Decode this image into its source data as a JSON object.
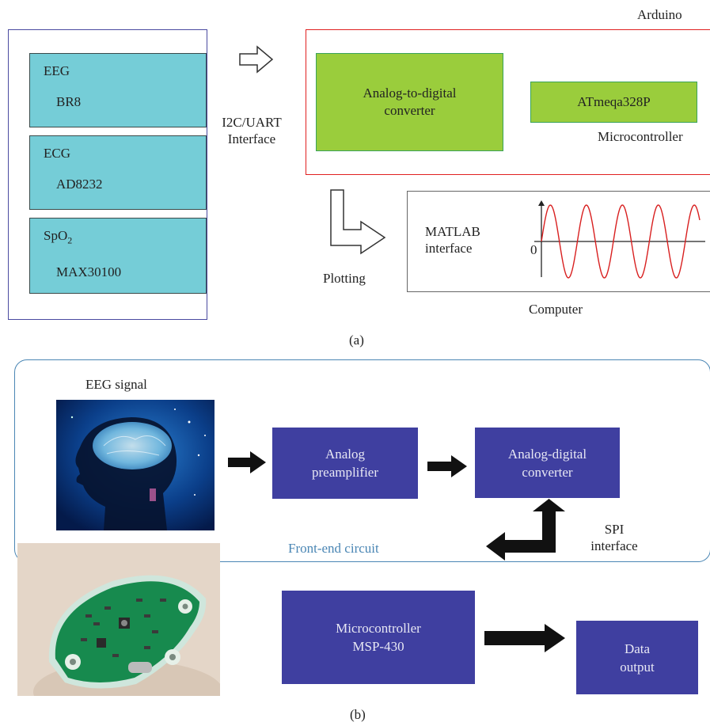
{
  "part_a": {
    "caption": "(a)",
    "sensors": [
      {
        "type": "EEG",
        "model": "BR8"
      },
      {
        "type": "ECG",
        "model": "AD8232"
      },
      {
        "type": "SpO",
        "type_sub": "2",
        "model": "MAX30100"
      }
    ],
    "interface_line1": "I2C/UART",
    "interface_line2": "Interface",
    "arduino_label": "Arduino",
    "adc_line1": "Analog-to-digital",
    "adc_line2": "converter",
    "mcu_chip": "ATmeqa328P",
    "mcu_label": "Microcontroller",
    "plotting_label": "Plotting",
    "matlab_line1": "MATLAB",
    "matlab_line2": "interface",
    "zero_label": "0",
    "computer_label": "Computer"
  },
  "part_b": {
    "caption": "(b)",
    "eeg_signal_label": "EEG signal",
    "preamp_line1": "Analog",
    "preamp_line2": "preamplifier",
    "adc_line1": "Analog-digital",
    "adc_line2": "converter",
    "frontend_label": "Front-end circuit",
    "spi_line1": "SPI",
    "spi_line2": "interface",
    "mcu_line1": "Microcontroller",
    "mcu_line2": "MSP-430",
    "output_line1": "Data",
    "output_line2": "output"
  },
  "colors": {
    "cyan_box": "#75cdd7",
    "green_box": "#9acd3c",
    "blue_box": "#3f3fa0",
    "arduino_border": "#e02020",
    "frontend_border": "#4a86b4",
    "sine_wave": "#d81f1f"
  }
}
